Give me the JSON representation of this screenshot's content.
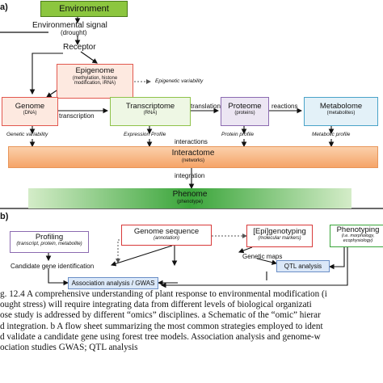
{
  "panel_a": {
    "label": "a)",
    "environment": "Environment",
    "env_signal": "Environmental signal",
    "env_signal_sub": "(drought)",
    "receptor": "Receptor",
    "epigenome": "Epigenome",
    "epigenome_sub": "(methylation, histone modification, iRNA)",
    "epigenetic_variability": "Epigenetic variability",
    "genome": "Genome",
    "genome_sub": "(DNA)",
    "transcription": "transcription",
    "transcriptome": "Transcriptome",
    "transcriptome_sub": "(RNA)",
    "translation": "translation",
    "proteome": "Proteome",
    "proteome_sub": "(proteins)",
    "reactions": "reactions",
    "metabolome": "Metabolome",
    "metabolome_sub": "(metabolites)",
    "genetic_variability": "Genetic variability",
    "expression_profile": "Expression Profile",
    "protein_profile": "Protein profile",
    "metabolic_profile": "Metabolic profile",
    "interactions": "interactions",
    "interactome": "Interactome",
    "interactome_sub": "(networks)",
    "integration": "integration",
    "phenome": "Phenome",
    "phenome_sub": "(phenotype)"
  },
  "panel_b": {
    "label": "b)",
    "profiling": "Profiling",
    "profiling_sub": "(transcript, protein, metabolite)",
    "genome_sequence": "Genome sequence",
    "genome_sequence_sub": "(annotation)",
    "epigenotyping": "[Epi]genotyping",
    "epigenotyping_sub": "(molecular markers)",
    "phenotyping": "Phenotyping",
    "phenotyping_sub": "(i.e. morphology, ecophysiology)",
    "candidate": "Candidate gene identification",
    "genetic_maps": "Genetic maps",
    "qtl": "QTL analysis",
    "association": "Association analysis / GWAS"
  },
  "caption": {
    "line1": "g. 12.4  A comprehensive understanding of plant response to environmental modification (i",
    "line2": "ought stress) will require integrating data from different levels of biological organizati",
    "line3": "ose study is addressed by different “omics” disciplines. a Schematic of the “omic” hierar",
    "line4": "d integration. b A flow sheet summarizing the most common strategies employed to ident",
    "line5": "d validate a candidate gene using forest tree models. Association analysis and genome-w",
    "line6": "ociation studies GWAS; QTL analysis"
  },
  "colors": {
    "environment_bg": "#8cc63f",
    "genome_border": "#e2584f",
    "transcriptome_border": "#8fc24a",
    "proteome_border": "#8c6bb1",
    "metabolome_border": "#4aa3c8",
    "epigenome_border": "#e2584f",
    "interactome": "#f7b27a",
    "phenome": "#3aa53a",
    "qtl_bg": "#dbe8f8",
    "assoc_bg": "#dbe8f8"
  }
}
